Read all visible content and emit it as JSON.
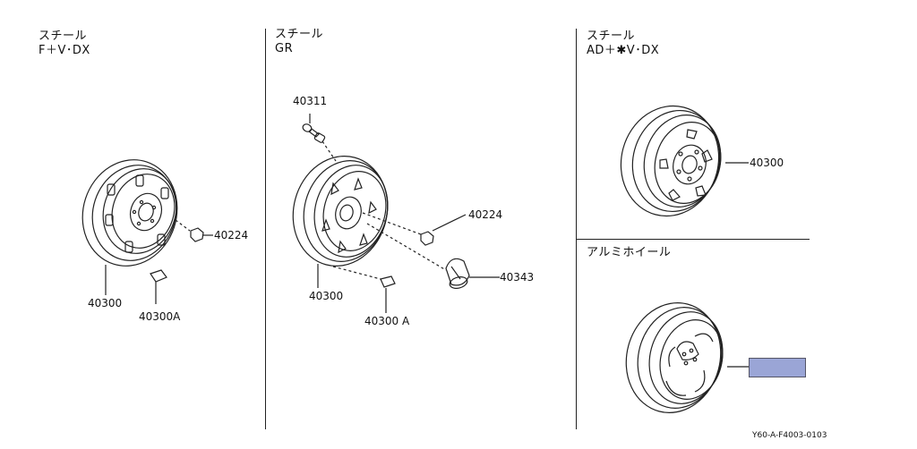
{
  "sections": [
    {
      "title_line1": "スチール",
      "title_line2": "F＋V･DX"
    },
    {
      "title_line1": "スチール",
      "title_line2": "GR"
    },
    {
      "title_line1": "スチール",
      "title_line2": "AD＋✱V･DX"
    },
    {
      "title_line1": "アルミホイール"
    }
  ],
  "labels": {
    "s1_nut": "40224",
    "s1_wheel": "40300",
    "s1_weight": "40300A",
    "s2_valve": "40311",
    "s2_nut": "40224",
    "s2_cap": "40343",
    "s2_wheel": "40300",
    "s2_weight": "40300 A",
    "s3_wheel": "40300"
  },
  "diagram_code": "Y60-A-F4003-0103",
  "colors": {
    "highlight_box": "#9aa5d6",
    "line": "#222222"
  }
}
